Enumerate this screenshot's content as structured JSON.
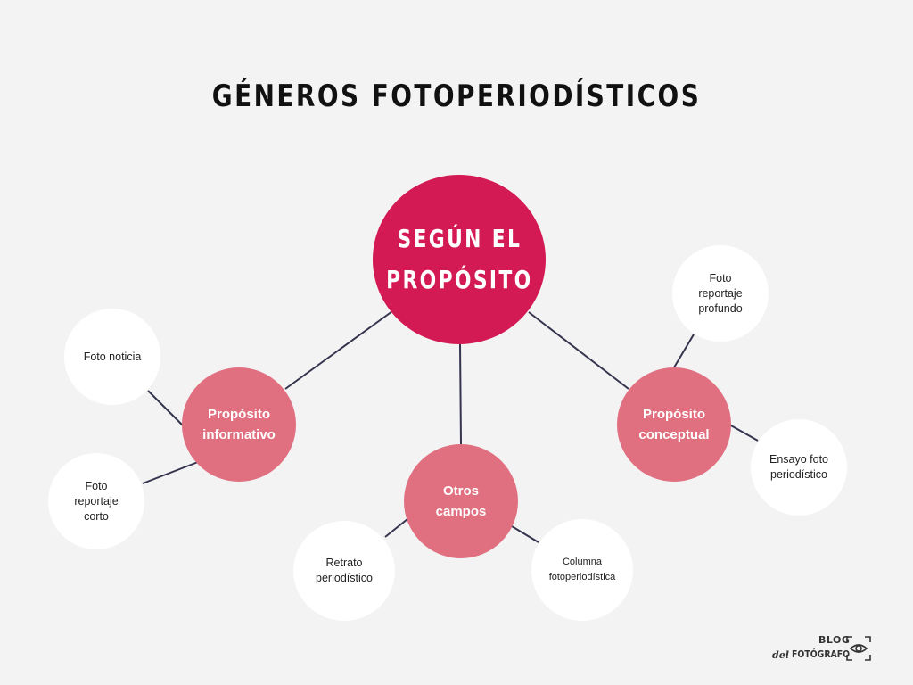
{
  "title": "GÉNEROS FOTOPERIODÍSTICOS",
  "colors": {
    "background": "#f4f3f3",
    "center_node": "#d41a54",
    "category_node": "#e07080",
    "leaf_node": "#ffffff",
    "connector": "#34344e"
  },
  "center": {
    "label": "SEGÚN EL\nPROPÓSITO"
  },
  "categories": [
    {
      "id": "informativo",
      "label": "Propósito\ninformativo"
    },
    {
      "id": "otros",
      "label": "Otros\ncampos"
    },
    {
      "id": "conceptual",
      "label": "Propósito\nconceptual"
    }
  ],
  "leaves": [
    {
      "parent": "informativo",
      "label": "Foto noticia"
    },
    {
      "parent": "informativo",
      "label": "Foto\nreportaje\ncorto"
    },
    {
      "parent": "otros",
      "label": "Retrato\nperiodístico"
    },
    {
      "parent": "otros",
      "label": "Columna\nfotoperiodística"
    },
    {
      "parent": "conceptual",
      "label": "Foto\nreportaje\nprofundo"
    },
    {
      "parent": "conceptual",
      "label": "Ensayo foto\nperiodístico"
    }
  ],
  "logo": {
    "line1": "BLOG",
    "line2_prefix": "del",
    "line2": "FOTÓGRAFO",
    "icon": "camera-icon"
  }
}
